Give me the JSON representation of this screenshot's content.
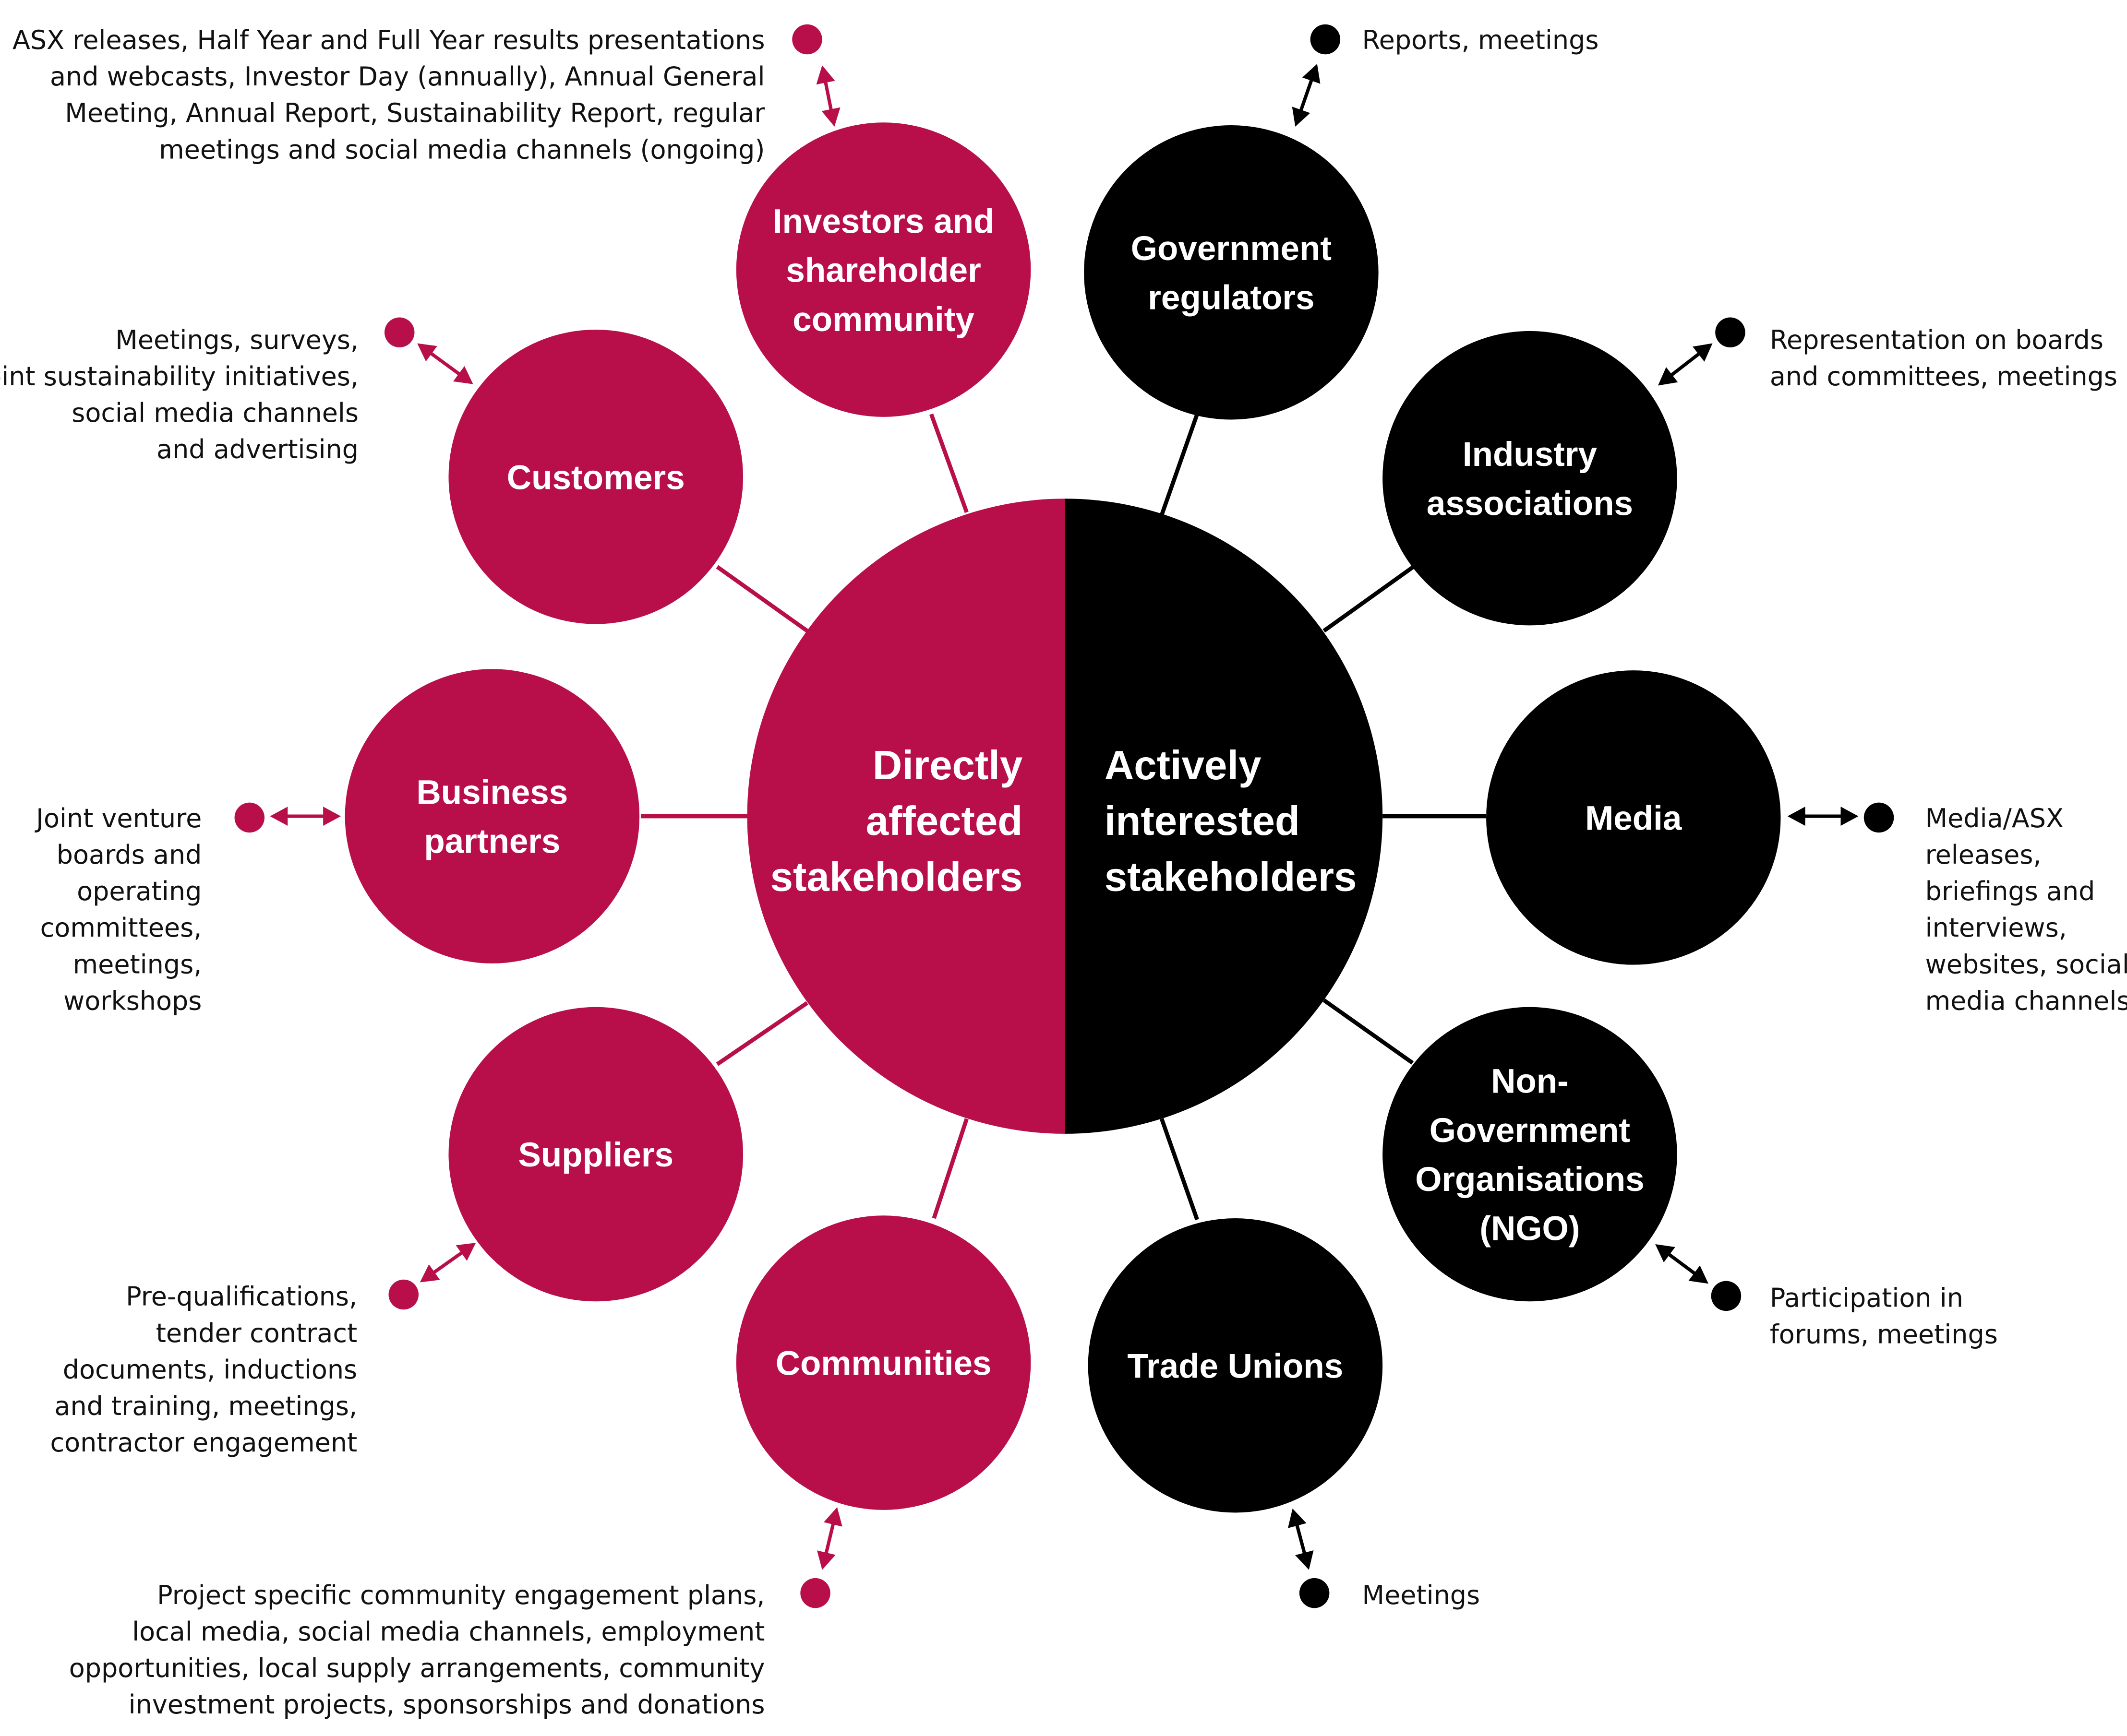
{
  "colors": {
    "direct": "#b80f4a",
    "active": "#000000",
    "text_on_fill": "#ffffff",
    "desc_text": "#111111",
    "background": "#ffffff"
  },
  "center": {
    "left_label": [
      "Directly",
      "affected",
      "stakeholders"
    ],
    "right_label": [
      "Actively",
      "interested",
      "stakeholders"
    ]
  },
  "stakeholders": [
    {
      "id": "investors",
      "group": "direct",
      "label": [
        "Investors and",
        "shareholder",
        "community"
      ],
      "description": [
        "ASX releases, Half Year and Full Year results presentations",
        "and webcasts, Investor Day (annually), Annual General",
        "Meeting, Annual Report, Sustainability Report, regular",
        "meetings and social media channels (ongoing)"
      ]
    },
    {
      "id": "customers",
      "group": "direct",
      "label": [
        "Customers"
      ],
      "description": [
        "Meetings, surveys,",
        "joint sustainability initiatives,",
        "social media channels",
        "and advertising"
      ]
    },
    {
      "id": "business-partners",
      "group": "direct",
      "label": [
        "Business",
        "partners"
      ],
      "description": [
        "Joint venture",
        "boards and",
        "operating",
        "committees,",
        "meetings,",
        "workshops"
      ]
    },
    {
      "id": "suppliers",
      "group": "direct",
      "label": [
        "Suppliers"
      ],
      "description": [
        "Pre-qualifications,",
        "tender contract",
        "documents, inductions",
        "and training, meetings,",
        "contractor engagement"
      ]
    },
    {
      "id": "communities",
      "group": "direct",
      "label": [
        "Communities"
      ],
      "description": [
        "Project specific community engagement plans,",
        "local media, social media channels, employment",
        "opportunities, local supply arrangements, community",
        "investment projects, sponsorships and donations"
      ]
    },
    {
      "id": "government-regulators",
      "group": "active",
      "label": [
        "Government",
        "regulators"
      ],
      "description": [
        "Reports, meetings"
      ]
    },
    {
      "id": "industry-associations",
      "group": "active",
      "label": [
        "Industry",
        "associations"
      ],
      "description": [
        "Representation on boards",
        "and committees, meetings"
      ]
    },
    {
      "id": "media",
      "group": "active",
      "label": [
        "Media"
      ],
      "description": [
        "Media/ASX",
        "releases,",
        "briefings and",
        "interviews,",
        "websites, social",
        "media channels"
      ]
    },
    {
      "id": "ngo",
      "group": "active",
      "label": [
        "Non-",
        "Government",
        "Organisations",
        "(NGO)"
      ],
      "description": [
        "Participation in",
        "forums, meetings"
      ]
    },
    {
      "id": "trade-unions",
      "group": "active",
      "label": [
        "Trade Unions"
      ],
      "description": [
        "Meetings"
      ]
    }
  ]
}
